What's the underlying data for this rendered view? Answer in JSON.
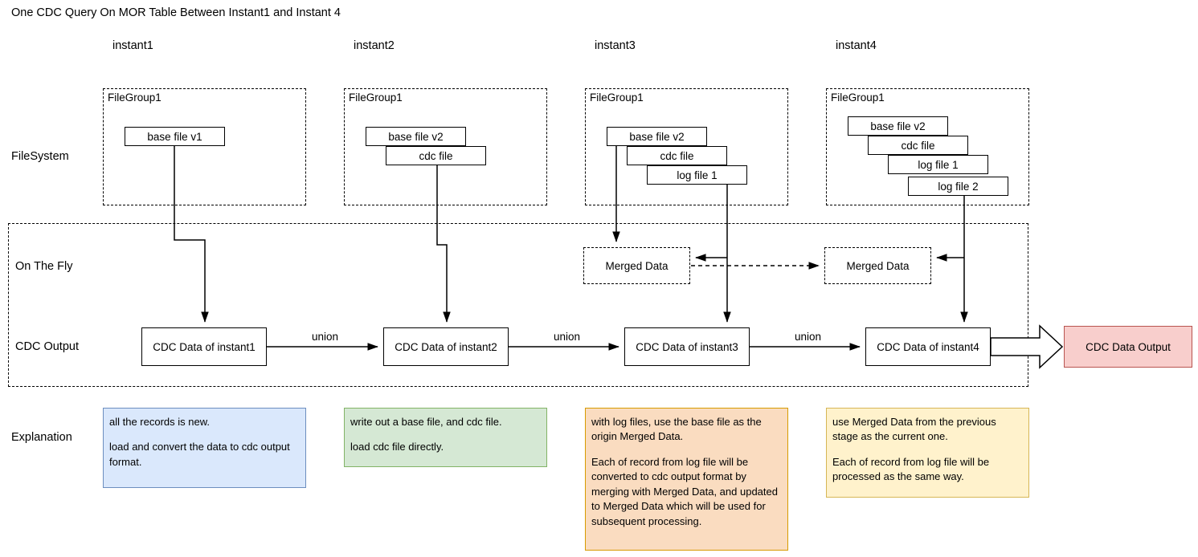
{
  "title": "One CDC Query On MOR Table Between Instant1 and Instant 4",
  "columns": [
    {
      "label": "instant1"
    },
    {
      "label": "instant2"
    },
    {
      "label": "instant3"
    },
    {
      "label": "instant4"
    }
  ],
  "row_labels": {
    "filesystem": "FileSystem",
    "on_the_fly": "On The Fly",
    "cdc_output": "CDC Output",
    "explanation": "Explanation"
  },
  "filesystem": {
    "groups": [
      {
        "group_label": "FileGroup1",
        "files": [
          "base file v1"
        ]
      },
      {
        "group_label": "FileGroup1",
        "files": [
          "base file v2",
          "cdc file"
        ]
      },
      {
        "group_label": "FileGroup1",
        "files": [
          "base file v2",
          "cdc file",
          "log file 1"
        ]
      },
      {
        "group_label": "FileGroup1",
        "files": [
          "base file v2",
          "cdc file",
          "log file 1",
          "log file 2"
        ]
      }
    ]
  },
  "on_the_fly": {
    "merged": [
      {
        "label": "Merged Data"
      },
      {
        "label": "Merged Data"
      }
    ]
  },
  "cdc_output": {
    "nodes": [
      {
        "label": "CDC Data of instant1"
      },
      {
        "label": "CDC Data of instant2"
      },
      {
        "label": "CDC Data of instant3"
      },
      {
        "label": "CDC Data of instant4"
      }
    ],
    "union_labels": [
      "union",
      "union",
      "union"
    ],
    "final_output": {
      "label": "CDC Data Output",
      "fill": "#f8cecc",
      "stroke": "#b85450"
    }
  },
  "explanations": [
    {
      "fill": "#dae8fc",
      "stroke": "#6c8ebf",
      "paragraphs": [
        "all the records is new.",
        "load and convert the data to cdc output format."
      ]
    },
    {
      "fill": "#d5e8d4",
      "stroke": "#82b366",
      "paragraphs": [
        "write out a base file, and cdc file.",
        "load cdc file directly."
      ]
    },
    {
      "fill": "#fadcc0",
      "stroke": "#d79b00",
      "paragraphs": [
        "with log files, use the base file as the origin Merged Data.",
        "Each of record from log file will be converted to cdc output format by merging with Merged Data, and updated to Merged Data which will be used for subsequent processing."
      ]
    },
    {
      "fill": "#fff2cc",
      "stroke": "#d6b656",
      "paragraphs": [
        "use Merged Data from the previous stage as the current one.",
        "Each of record from log file will be processed as the same way."
      ]
    }
  ]
}
